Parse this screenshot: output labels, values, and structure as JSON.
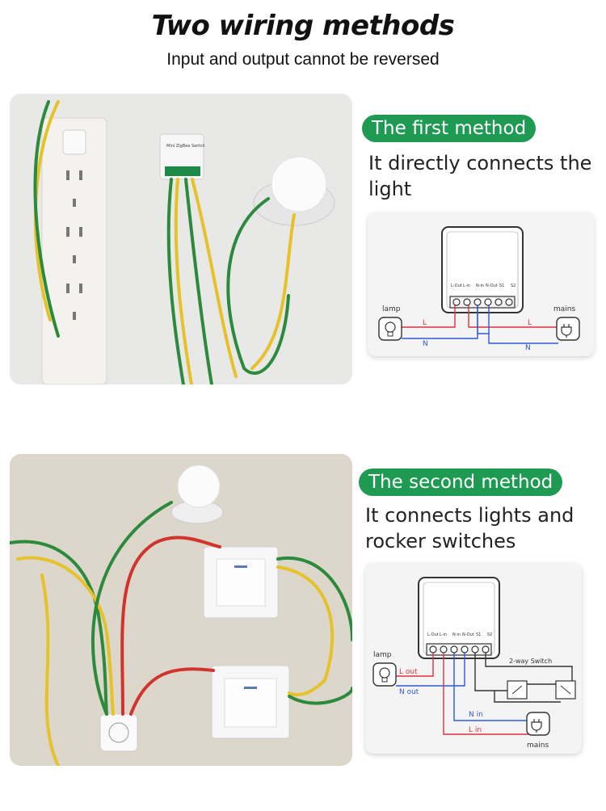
{
  "header": {
    "title": "Two wiring methods",
    "subtitle": "Input and output cannot be reversed"
  },
  "method1": {
    "label": "The first method",
    "description": "It directly connects the light",
    "diagram": {
      "terminals": [
        "L-Out",
        "L-in",
        "N-in",
        "N-Out",
        "S1",
        "S2"
      ],
      "lamp_label": "lamp",
      "mains_label": "mains",
      "wire_L_left": "L",
      "wire_N_left": "N",
      "wire_L_right": "L",
      "wire_N_right": "N"
    },
    "module_text": [
      "Mini ZigBee Switch"
    ]
  },
  "method2": {
    "label": "The second method",
    "description": "It connects lights and rocker switches",
    "diagram": {
      "terminals": [
        "L-Out",
        "L-in",
        "N-in",
        "N-Out",
        "S1",
        "S2"
      ],
      "lamp_label": "lamp",
      "mains_label": "mains",
      "switch_label": "2-way Switch",
      "wire_L_out": "L out",
      "wire_N_out": "N out",
      "wire_N_in": "N in",
      "wire_L_in": "L in"
    }
  },
  "colors": {
    "accent_green": "#1f9a52",
    "wire_red": "#e0303c",
    "wire_blue": "#2f58d6",
    "wire_green": "#2c8a3c",
    "wire_yellow": "#e6c22a"
  }
}
